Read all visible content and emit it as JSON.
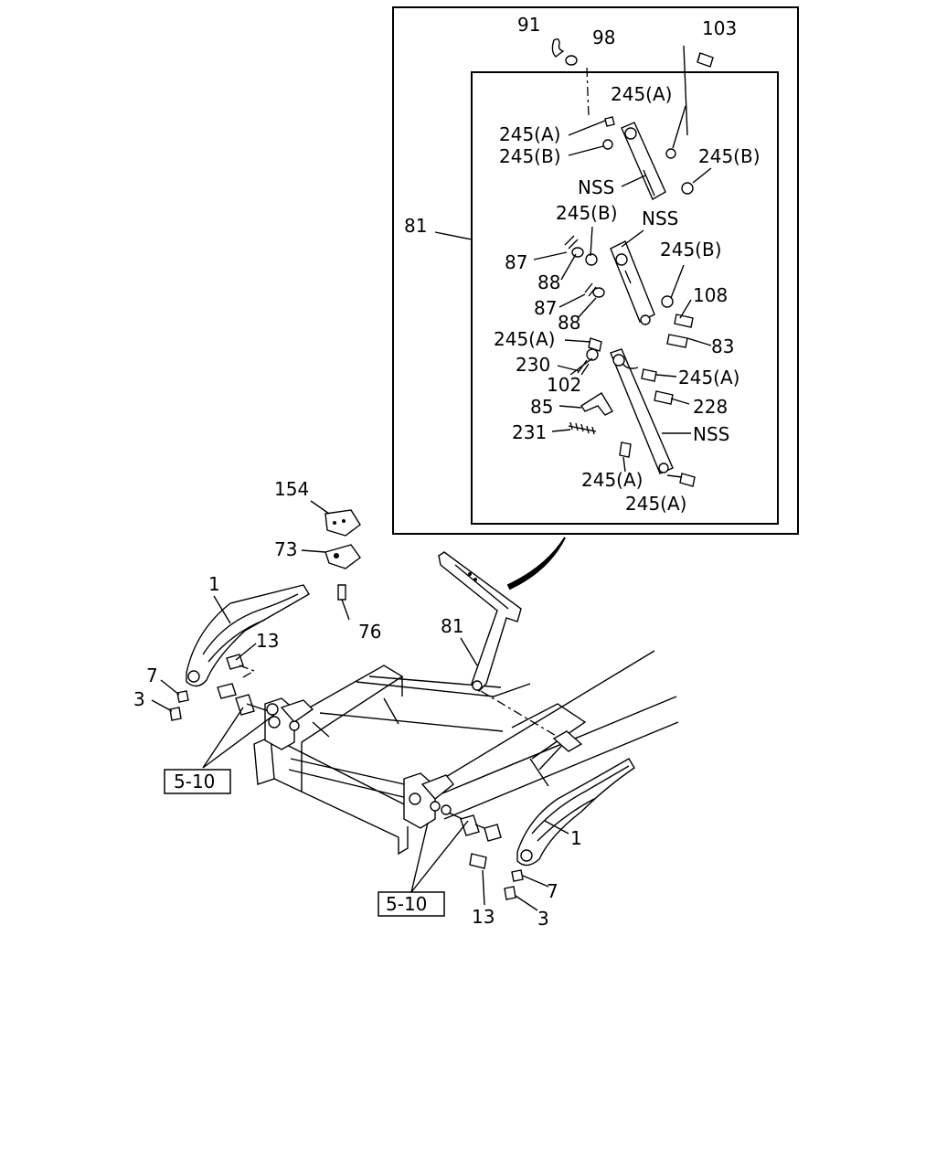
{
  "labels": {
    "d91": "91",
    "d98": "98",
    "d103": "103",
    "d245a_1": "245(A)",
    "d245a_2": "245(A)",
    "d245b_1": "245(B)",
    "d245b_2": "245(B)",
    "nss_1": "NSS",
    "d81_inset": "81",
    "d245b_3": "245(B)",
    "nss_2": "NSS",
    "d245b_4": "245(B)",
    "d87_1": "87",
    "d88_1": "88",
    "d108": "108",
    "d87_2": "87",
    "d88_2": "88",
    "d245a_3": "245(A)",
    "d83": "83",
    "d230": "230",
    "d102": "102",
    "d245a_4": "245(A)",
    "d85": "85",
    "d228": "228",
    "d231": "231",
    "nss_3": "NSS",
    "d245a_5": "245(A)",
    "d245a_6": "245(A)",
    "d154": "154",
    "d73": "73",
    "d1_left": "1",
    "d13_left": "13",
    "d76": "76",
    "d81_main": "81",
    "d7_left": "7",
    "d3_left": "3",
    "ref_left": "5-10",
    "d1_right": "1",
    "d7_right": "7",
    "ref_right": "5-10",
    "d13_right": "13",
    "d3_right": "3"
  }
}
